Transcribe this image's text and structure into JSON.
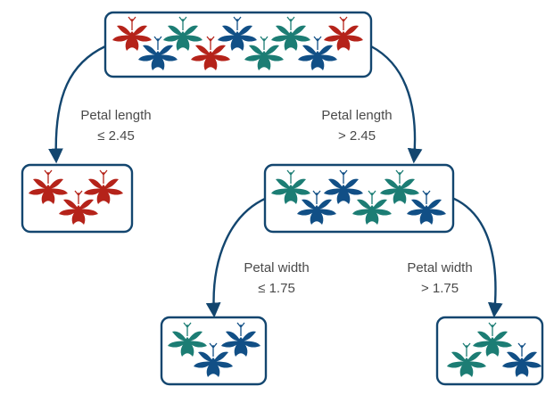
{
  "colors": {
    "border": "#13466f",
    "setosa": "#b5231a",
    "versicolor": "#1c7d74",
    "virginica": "#114f86"
  },
  "icon": "iris-flower-icon",
  "nodes": {
    "root": {
      "flowers": [
        "setosa",
        "virginica",
        "versicolor",
        "setosa",
        "virginica",
        "versicolor",
        "versicolor",
        "virginica",
        "setosa"
      ]
    },
    "left": {
      "flowers": [
        "setosa",
        "setosa",
        "setosa"
      ]
    },
    "right": {
      "flowers": [
        "versicolor",
        "virginica",
        "virginica",
        "versicolor",
        "versicolor",
        "virginica"
      ]
    },
    "rl": {
      "flowers": [
        "versicolor",
        "virginica",
        "virginica"
      ]
    },
    "rr": {
      "flowers": [
        "versicolor",
        "versicolor",
        "virginica"
      ]
    }
  },
  "edges": {
    "root_left": {
      "feature": "Petal length",
      "condition": "≤ 2.45"
    },
    "root_right": {
      "feature": "Petal length",
      "condition": "> 2.45"
    },
    "right_left": {
      "feature": "Petal width",
      "condition": "≤ 1.75"
    },
    "right_right": {
      "feature": "Petal width",
      "condition": "> 1.75"
    }
  }
}
